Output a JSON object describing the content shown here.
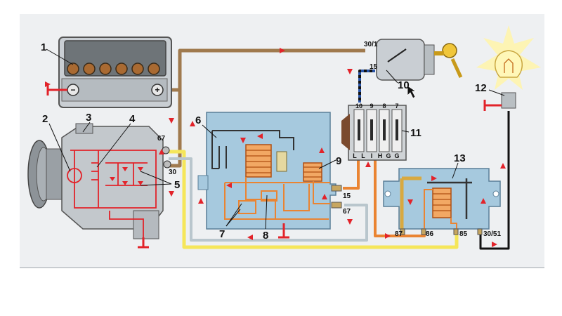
{
  "callouts": {
    "battery": "1",
    "regulator_ref": "2",
    "brush_holder": "3",
    "rotor_ref": "4",
    "rectifier": "5",
    "voltage_regulator": "6",
    "regulator_resistors": "7",
    "regulator_contacts": "8",
    "regulator_coil": "9",
    "ignition_switch": "10",
    "fuse_box": "11",
    "indicator_lamp": "12",
    "relay": "13"
  },
  "terminals": {
    "ignition_30_1": "30/1",
    "ignition_15": "15",
    "alternator_67": "67",
    "alternator_30": "30",
    "regulator_15": "15",
    "regulator_67": "67",
    "relay_87": "87",
    "relay_86": "86",
    "relay_85": "85",
    "relay_30_51": "30/51"
  },
  "fuse_labels": {
    "top": [
      "10",
      "9",
      "8",
      "7"
    ],
    "bottom": [
      "L",
      "L",
      "I",
      "H",
      "G",
      "G"
    ]
  },
  "battery": {
    "minus_symbol": "−",
    "plus_symbol": "+"
  },
  "colors": {
    "wire_brown": "#a07a4e",
    "wire_yellow": "#f5e65a",
    "wire_grey": "#b9c6cd",
    "wire_orange": "#ea8432",
    "wire_black": "#111111",
    "wire_blue": "#2a55a8",
    "internal_red": "#e2232a",
    "housing_blue": "#a6c9de",
    "housing_grey": "#c9ced3",
    "arrow_red": "#e2232a",
    "lamp_glow": "#fdf4b4"
  }
}
